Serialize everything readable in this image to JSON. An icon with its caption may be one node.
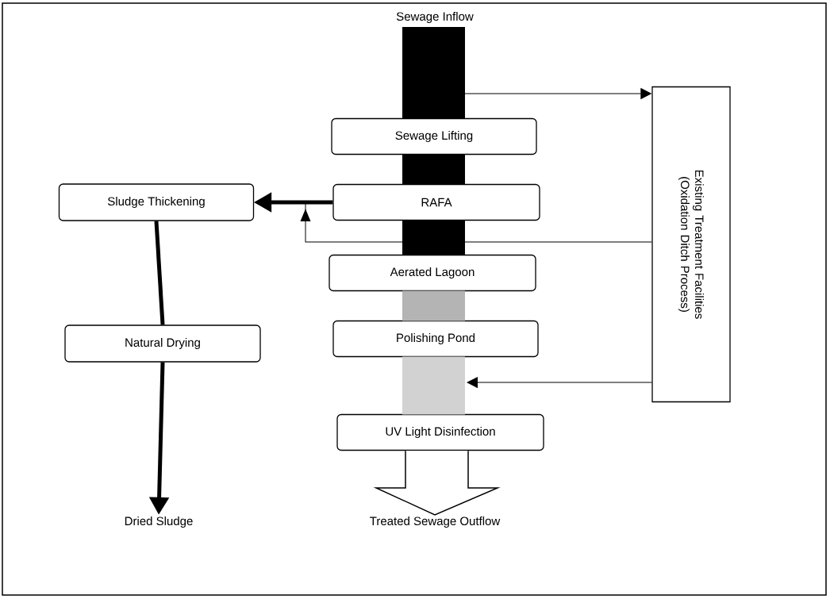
{
  "diagram": {
    "nodes": [
      {
        "text": [
          "Sewage Inflow"
        ]
      },
      {
        "text": [
          "Sewage Lifting"
        ]
      },
      {
        "text": [
          "RAFA"
        ]
      },
      {
        "text": [
          "Aerated Lagoon"
        ]
      },
      {
        "text": [
          "Polishing Pond"
        ]
      },
      {
        "text": [
          "UV Light Disinfection"
        ]
      },
      {
        "text": [
          "Existing Treatment Facilities (Oxidation Ditch Process)"
        ]
      },
      {
        "text": [
          "Sludge Thickening"
        ]
      },
      {
        "text": [
          "Natural Drying"
        ]
      },
      {
        "text": [
          "Dried Sludge"
        ]
      },
      {
        "text": [
          "Treated Sewage Outflow"
        ]
      }
    ],
    "edges": [
      {
        "from": 0,
        "to": 1,
        "arrow": "none",
        "style": "thick"
      },
      {
        "from": 1,
        "to": 2,
        "arrow": "none",
        "style": "thick"
      },
      {
        "from": 2,
        "to": 3,
        "arrow": "none",
        "style": "thick"
      },
      {
        "from": 3,
        "to": 4,
        "arrow": "none",
        "style": "thick",
        "color": "#b4b4b4"
      },
      {
        "from": 4,
        "to": 5,
        "arrow": "none",
        "style": "thick",
        "color": "#d2d2d2"
      },
      {
        "from": null,
        "to": 6,
        "arrow": "to"
      },
      {
        "from": 2,
        "to": 7,
        "arrow": "to",
        "style": "thick"
      },
      {
        "from": 6,
        "to": 7,
        "arrow": "to"
      },
      {
        "from": 6,
        "to": null,
        "arrow": "to"
      },
      {
        "from": 7,
        "to": 8,
        "arrow": "none",
        "style": "thick"
      },
      {
        "from": 8,
        "to": 9,
        "arrow": "to",
        "style": "thick"
      },
      {
        "from": 5,
        "to": 10,
        "arrow": "to",
        "style": "thick",
        "color": "#ffffff"
      }
    ]
  }
}
